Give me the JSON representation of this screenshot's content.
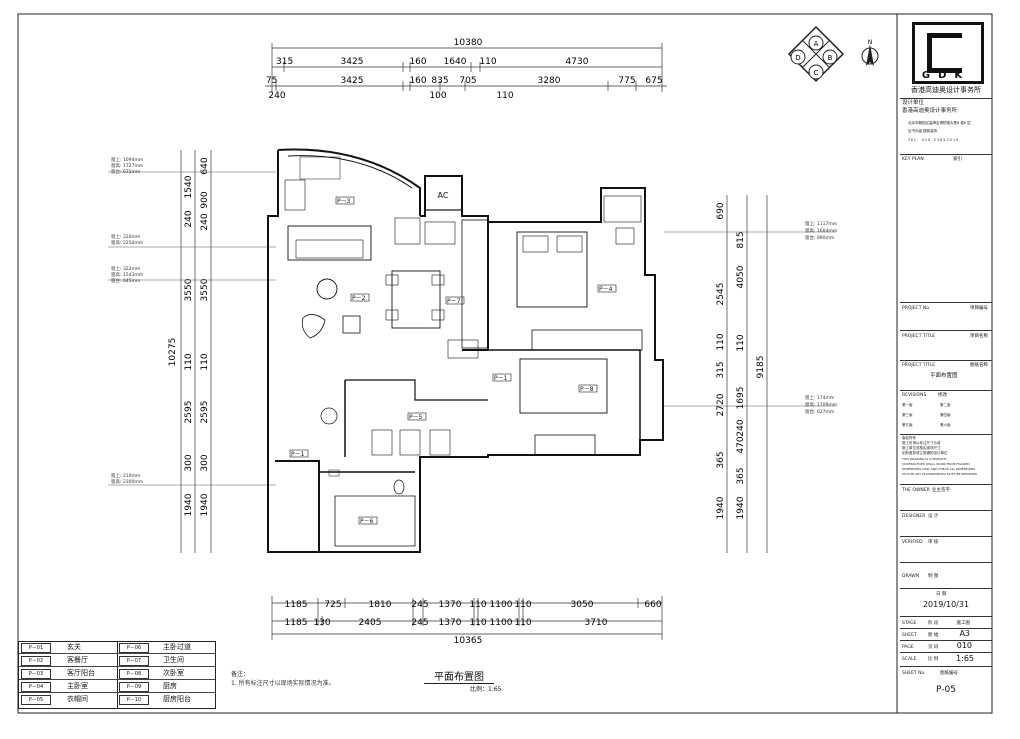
{
  "drawing": {
    "title": "平面布置图",
    "scale": "比例：1:65",
    "notes": [
      "备注：",
      "1. 所有标注尺寸以现场实际情况为准。"
    ],
    "compass": {
      "letters": [
        "A",
        "B",
        "C",
        "D"
      ],
      "north": "N"
    },
    "top_dims": {
      "overall": "10380",
      "row1": [
        "315",
        "3425",
        "160",
        "1640",
        "110",
        "4730"
      ],
      "row2": [
        "75",
        "3425",
        "160",
        "835",
        "705",
        "3280",
        "775",
        "675"
      ],
      "row3": [
        "240",
        "100",
        "110"
      ]
    },
    "bottom_dims": {
      "row1": [
        "1185",
        "725",
        "1810",
        "245",
        "1370",
        "110",
        "1100",
        "110",
        "3050",
        "660"
      ],
      "row2": [
        "1185",
        "130",
        "2405",
        "245",
        "1370",
        "110",
        "1100",
        "110",
        "3710"
      ],
      "overall": "10365"
    },
    "left_dims": {
      "overall": "10275",
      "col1": [
        "1540",
        "240",
        "3550",
        "110",
        "2595",
        "300",
        "1940"
      ],
      "col2": [
        "640",
        "900",
        "240",
        "3550",
        "110",
        "2595",
        "300",
        "1940"
      ]
    },
    "right_dims": {
      "overall": "9185",
      "col1": [
        "815",
        "4050",
        "110",
        "1695",
        "240",
        "470",
        "365",
        "1940"
      ],
      "col2": [
        "690",
        "2545",
        "110",
        "315",
        "2720",
        "365",
        "1940"
      ]
    },
    "room_tags": [
      "P－3",
      "P－2",
      "P－7",
      "P－4",
      "P－1",
      "P－8",
      "P－5",
      "P－1",
      "P－6"
    ],
    "ac_label": "AC",
    "window_notes_left": [
      [
        "窗上: 1094mm",
        "窗高: 1727mm",
        "窗台: 675mm"
      ],
      [
        "窗上: 220mm",
        "窗高: 2250mm"
      ],
      [
        "窗上: 322mm",
        "窗高: 1543mm",
        "窗台: 645mm"
      ],
      [
        "窗上: 210mm",
        "窗高: 2300mm"
      ]
    ],
    "window_notes_right": [
      [
        "窗上: 1117mm",
        "窗高: 1604mm",
        "窗台: 890mm"
      ],
      [
        "窗上: 174mm",
        "窗高: 1709mm",
        "窗台: 627mm"
      ]
    ]
  },
  "title_block": {
    "logo": "GDK",
    "firm_name": "香港高迪奥设计事务所",
    "design_unit_label": "设计单位",
    "design_unit": "香港高迪奥设计事务所",
    "address": [
      "北京市朝阳区高碑店博物馆大厦8 楼6 层",
      "证书分级  建筑装饰"
    ],
    "tel": "TEL: 010-53653019",
    "key_plan": "KEY PLAN",
    "key_plan_val": "索引",
    "project_no": "PROJECT No.",
    "project_no_val": "项目编号",
    "project_title": "PROJECT TITLE",
    "project_title_val": "项目名称",
    "drawing_title": "PROJECT TITLE",
    "drawing_title_val": "图纸名称",
    "drawing_name": "平面布置图",
    "revisions": "REVISIONS",
    "revisions_val": "修改",
    "rev_rows": [
      [
        "第一版",
        "第二版"
      ],
      [
        "第三版",
        "第四版"
      ],
      [
        "第五版",
        "第六版"
      ]
    ],
    "copyright_cn": [
      "版权所有",
      "施工时请以标注尺寸为准",
      "施工单位须核实现场尺寸",
      "如有差异请立即通知设计单位"
    ],
    "copyright_en": [
      "THIS DRAWING IS COPYRIGHT",
      "CONTRACTORS SHALL WORK FROM FIGURED",
      "DIMENSIONS ONLY AND CHECK ALL DIMENSIONS",
      "ON SITE ANY DISCREPANCIES MUST BE REPORTED"
    ],
    "owner": "THE OWNER",
    "owner_val": "业主签字",
    "designer": "DESIGNER",
    "designer_val": "设  计",
    "verified": "VERIFIED",
    "verified_val": "审  核",
    "drawn": "DRAWN",
    "drawn_val": "制  图",
    "date": "日  期",
    "date_val": "2019/10/31",
    "stage": "STAGE",
    "stage_lbl": "阶  段",
    "stage_val": "施工图",
    "sheet": "SHEET",
    "sheet_lbl": "图  幅",
    "sheet_val": "A3",
    "page": "PAGE",
    "page_lbl": "页  码",
    "page_val": "010",
    "scale": "SCALE",
    "scale_lbl": "比  例",
    "scale_val": "1:65",
    "sheet_no": "SHEET No.",
    "sheet_no_lbl": "图纸编号",
    "sheet_no_val": "P-05"
  },
  "legend": {
    "left": [
      {
        "code": "P－01",
        "name": "玄关"
      },
      {
        "code": "P－02",
        "name": "客餐厅"
      },
      {
        "code": "P－03",
        "name": "客厅阳台"
      },
      {
        "code": "P－04",
        "name": "主卧室"
      },
      {
        "code": "P－05",
        "name": "衣帽间"
      }
    ],
    "right": [
      {
        "code": "P－06",
        "name": "主卧过道"
      },
      {
        "code": "P－07",
        "name": "卫生间"
      },
      {
        "code": "P－08",
        "name": "次卧室"
      },
      {
        "code": "P－09",
        "name": "厨房"
      },
      {
        "code": "P－10",
        "name": "厨房阳台"
      }
    ]
  }
}
